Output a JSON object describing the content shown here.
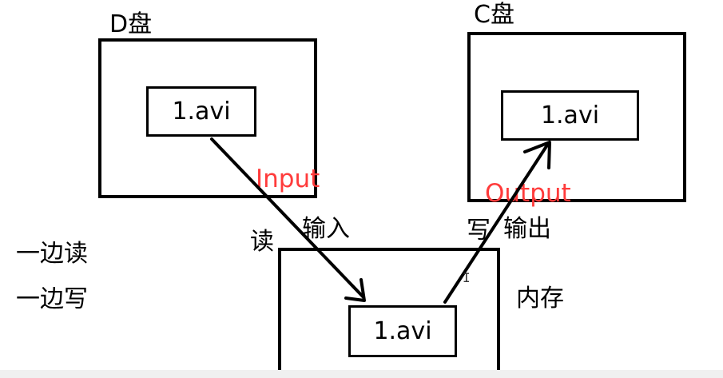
{
  "disk_d": {
    "title": "D盘",
    "file_label": "1.avi"
  },
  "disk_c": {
    "title": "C盘",
    "file_label": "1.avi"
  },
  "memory": {
    "label": "内存",
    "file_label": "1.avi"
  },
  "arrows": {
    "input_label_en": "Input",
    "input_label_cn": "输入",
    "read_label": "读",
    "output_label_en": "Output",
    "output_label_cn": "输出",
    "write_label": "写"
  },
  "notes": {
    "line1": "一边读",
    "line2": "一边写"
  },
  "colors": {
    "stroke": "#000000",
    "annotation": "#ff3b3b"
  }
}
